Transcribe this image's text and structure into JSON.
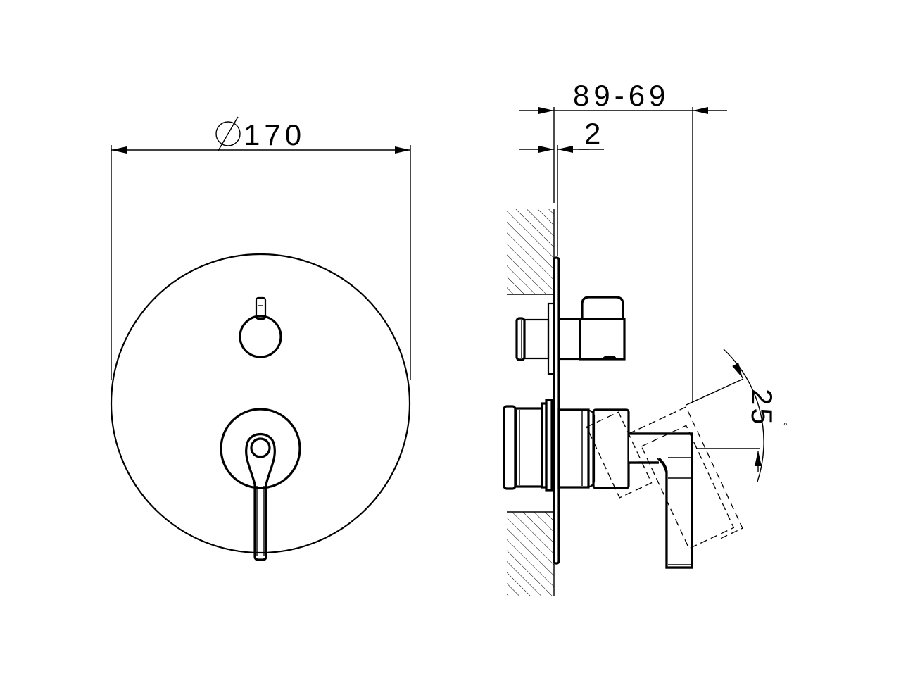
{
  "drawing": {
    "type": "technical drawing - concealed shower mixer with diverter",
    "views": [
      "front-view",
      "side-view"
    ]
  },
  "front_view": {
    "diameter_symbol": "Ø",
    "diameter_value": "170",
    "diameter_label": "Ø170"
  },
  "side_view": {
    "depth_label": "89-69",
    "plate_thickness_label": "2",
    "angle_value": "25",
    "angle_unit": "°"
  },
  "colors": {
    "line": "#000000",
    "background": "#ffffff"
  }
}
